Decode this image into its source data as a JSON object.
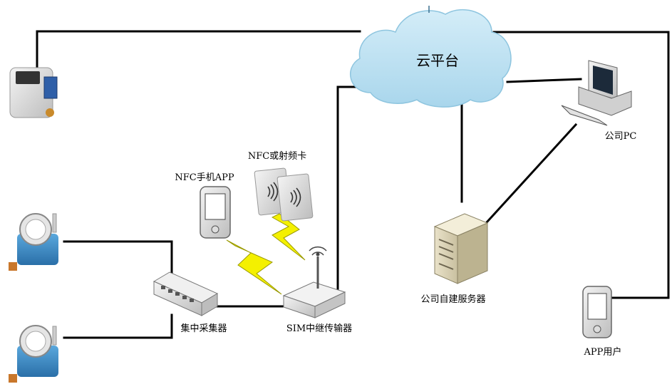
{
  "nodes": {
    "cloud": {
      "label": "云平台"
    },
    "company_pc": {
      "label": "公司PC"
    },
    "company_server": {
      "label": "公司自建服务器"
    },
    "app_user": {
      "label": "APP用户"
    },
    "nfc_phone_app": {
      "label": "NFC手机APP"
    },
    "nfc_card": {
      "label": "NFC或射频卡"
    },
    "collector": {
      "label": "集中采集器"
    },
    "sim_relay": {
      "label": "SIM中继传输器"
    }
  },
  "edges": [
    {
      "from": "smart-meter",
      "to": "cloud"
    },
    {
      "from": "cloud",
      "to": "sim_relay"
    },
    {
      "from": "cloud",
      "to": "company_server"
    },
    {
      "from": "cloud",
      "to": "company_pc"
    },
    {
      "from": "company_pc",
      "to": "company_server"
    },
    {
      "from": "cloud",
      "to": "app_user"
    },
    {
      "from": "water-meter-1",
      "to": "collector"
    },
    {
      "from": "water-meter-2",
      "to": "collector"
    },
    {
      "from": "collector",
      "to": "sim_relay"
    },
    {
      "from": "nfc_phone_app",
      "to": "sim_relay",
      "style": "wireless"
    },
    {
      "from": "nfc_card",
      "to": "sim_relay",
      "style": "wireless"
    }
  ],
  "colors": {
    "cloud_fill": "#b9dff0",
    "cloud_stroke": "#8ec5df",
    "lightning": "#f4f000",
    "line": "#000000",
    "device_gray": "#d8d8d8",
    "meter_blue": "#3d8fc9"
  }
}
